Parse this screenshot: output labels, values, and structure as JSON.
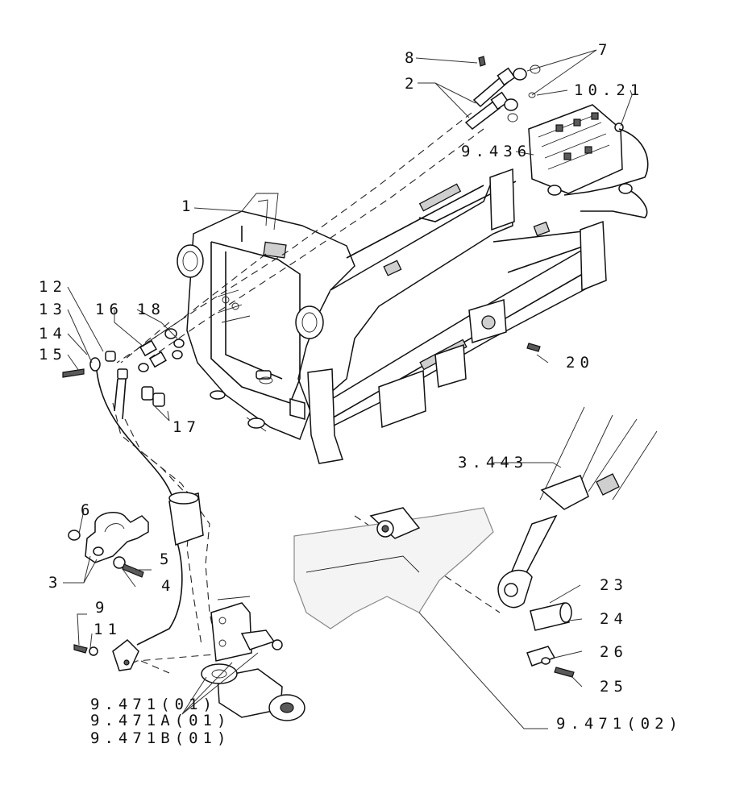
{
  "callouts": {
    "c1": "1",
    "c2": "2",
    "c3": "3",
    "c4": "4",
    "c5": "5",
    "c6": "6",
    "c7": "7",
    "c8": "8",
    "c9": "9",
    "c11": "11",
    "c12": "12",
    "c13": "13",
    "c14": "14",
    "c15": "15",
    "c16": "16",
    "c17": "17",
    "c18": "18",
    "c20": "20",
    "c23": "23",
    "c24": "24",
    "c25": "25",
    "c26": "26",
    "r1021": "10.21",
    "r9436": "9.436",
    "r3443": "3.443",
    "r947101": "9.471(01)",
    "r9471A01": "9.471A(01)",
    "r9471B01": "9.471B(01)",
    "r947102": "9.471(02)"
  }
}
